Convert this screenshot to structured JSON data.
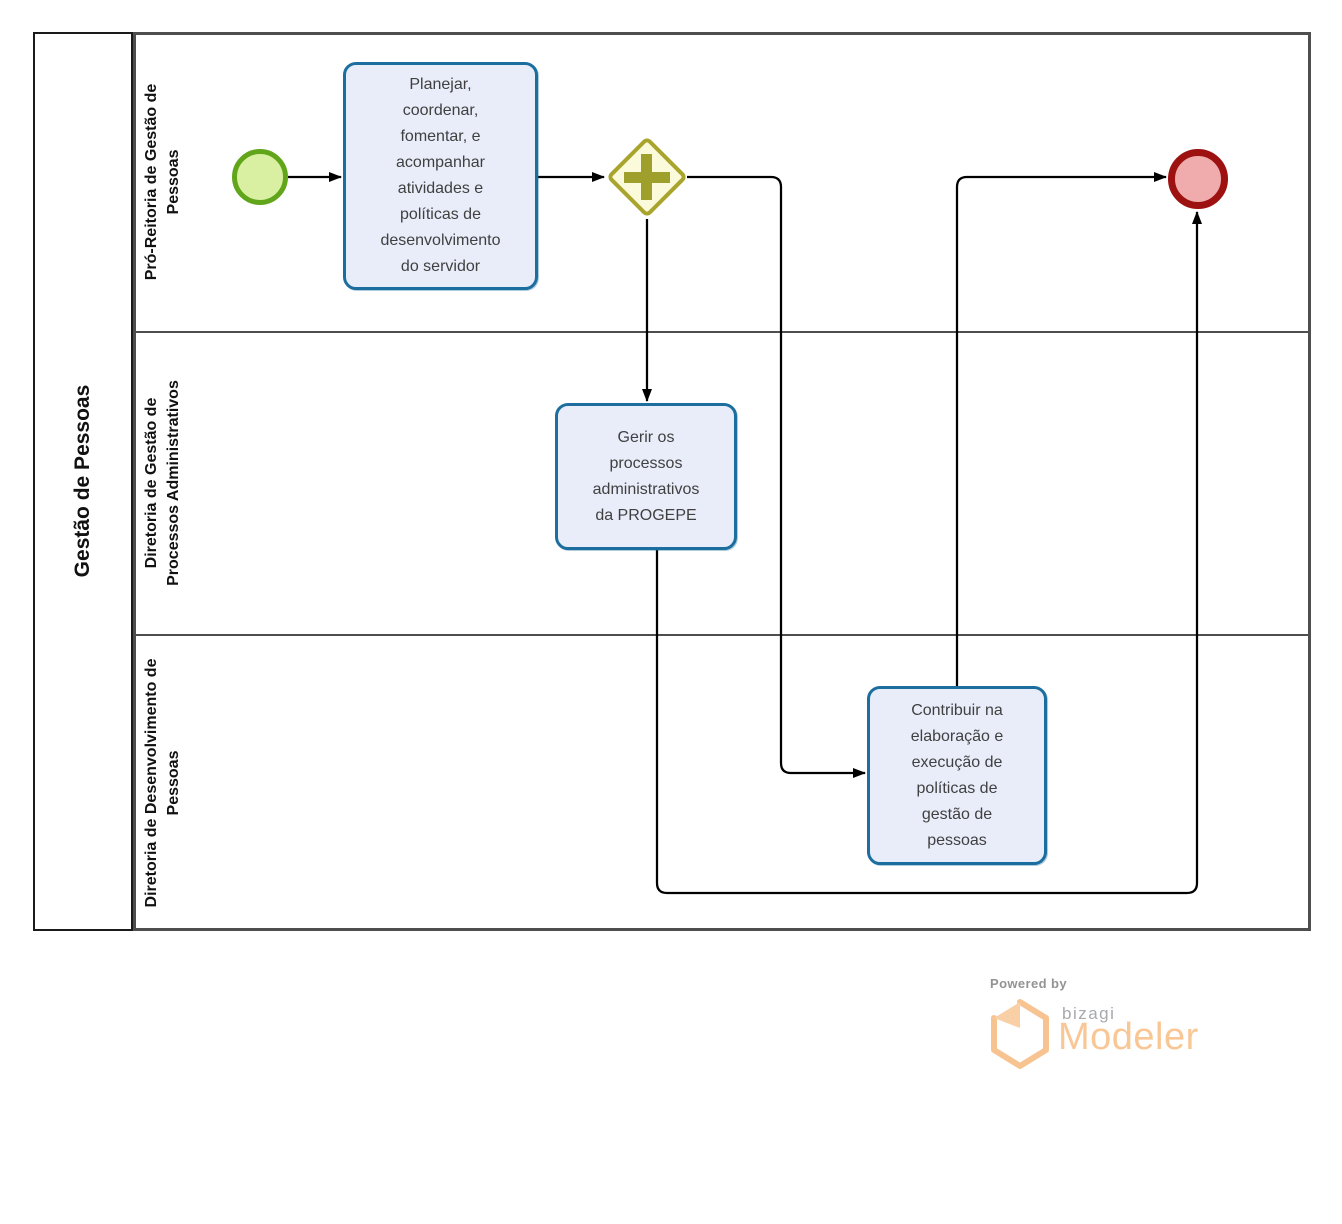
{
  "diagram": {
    "pool": {
      "label": "Gestão de Pessoas",
      "lanes": [
        {
          "label": "Pró-Reitoria de Gestão de Pessoas"
        },
        {
          "label": "Diretoria de Gestão de Processos Administrativos"
        },
        {
          "label": "Diretoria de Desenvolvimento de Pessoas"
        }
      ]
    },
    "nodes": {
      "start_event": {
        "kind": "start-event"
      },
      "task_planejar": {
        "label": "Planejar, coordenar, fomentar, e acompanhar atividades e políticas de desenvolvimento do servidor"
      },
      "gateway": {
        "kind": "parallel-gateway",
        "icon": "plus"
      },
      "task_gerir": {
        "label": "Gerir os processos administrativos da PROGEPE"
      },
      "task_contribuir": {
        "label": "Contribuir na elaboração e execução de políticas de gestão de pessoas"
      },
      "end_event": {
        "kind": "end-event"
      }
    }
  },
  "colors": {
    "task_border": "#1b6e9e",
    "task_fill": "#e9edfa",
    "gateway_border": "#a8a42c",
    "gateway_fill": "#fbfbdc",
    "start_border": "#61a51b",
    "start_fill": "#d9f0a2",
    "end_border": "#9d1111",
    "end_fill": "#f0acac",
    "flow_line": "#000000",
    "brand_orange": "#f9c795",
    "brand_gray": "#a7a9ac"
  },
  "branding": {
    "powered_by": "Powered by",
    "brand_name": "bizagi",
    "product_name": "Modeler"
  }
}
